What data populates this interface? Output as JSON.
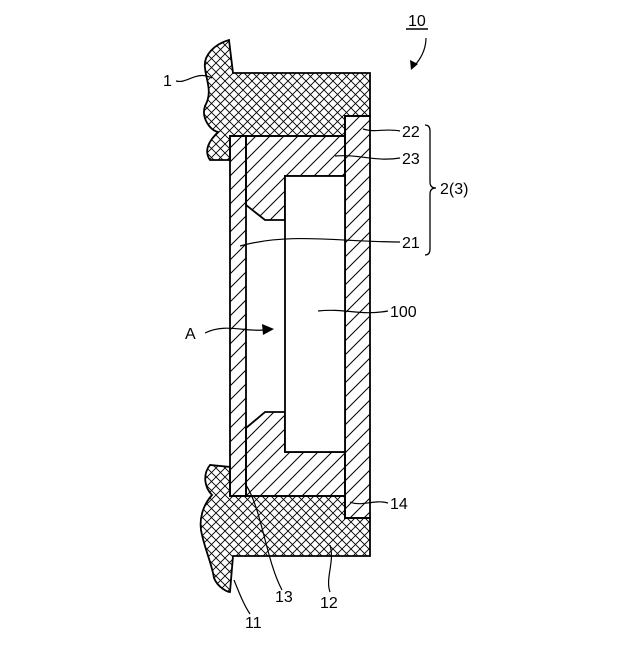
{
  "figure": {
    "number": "10"
  },
  "labels": {
    "frame": "1",
    "frame_lower": "11",
    "frame_bottom": "12",
    "seal_lower": "13",
    "gap_lower": "14",
    "assembly": "2(3)",
    "layer_outer": "22",
    "layer_mid": "23",
    "layer_inner": "21",
    "cavity": "100",
    "arrow_a": "A"
  },
  "colors": {
    "line": "#000000",
    "background": "#ffffff"
  }
}
